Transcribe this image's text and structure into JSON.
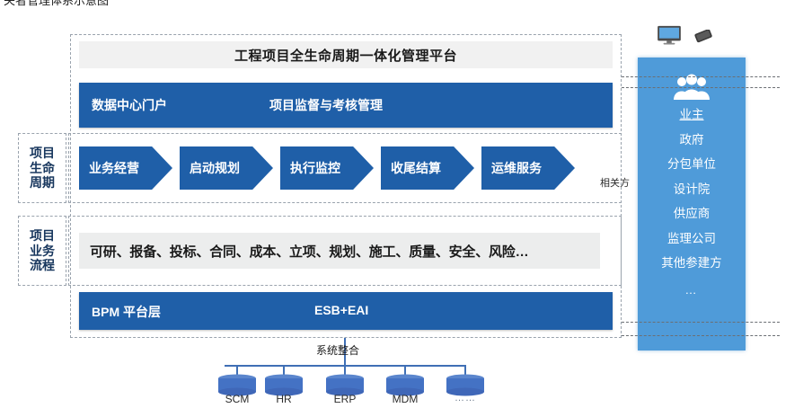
{
  "caption": "关者管理体系示意图",
  "platform": {
    "title": "工程项目全生命周期一体化管理平台",
    "portal_bar": {
      "left_label": "数据中心门户",
      "middle_label": "项目监督与考核管理"
    },
    "lifecycle": {
      "side_label_lines": [
        "项目",
        "生命",
        "周期"
      ],
      "stages": [
        "业务经营",
        "启动规划",
        "执行监控",
        "收尾结算",
        "运维服务"
      ],
      "stakeholder_tag": "相关方"
    },
    "business_process": {
      "side_label_lines": [
        "项目",
        "业务",
        "流程"
      ],
      "text": "可研、报备、投标、合同、成本、立项、规划、施工、质量、安全、风险…"
    },
    "bpm_bar": {
      "left_label": "BPM  平台层",
      "middle_label": "ESB+EAI"
    }
  },
  "stakeholders": {
    "people_icon": "three-people-icon",
    "items": [
      "业主",
      "政府",
      "分包单位",
      "设计院",
      "供应商",
      "监理公司",
      "其他参建方",
      "…"
    ],
    "devices": [
      "monitor-icon",
      "smartphone-icon"
    ]
  },
  "integration": {
    "label": "系统整合",
    "systems": [
      "SCM",
      "HR",
      "ERP",
      "MDM",
      "……"
    ]
  },
  "colors": {
    "dark_blue": "#1f5fa8",
    "panel_blue": "#4f9bd9",
    "db_blue": "#4472c4",
    "band_gray": "#f1f1f1",
    "strip_gray": "#eceded",
    "dash_gray": "#9aa3ad"
  }
}
